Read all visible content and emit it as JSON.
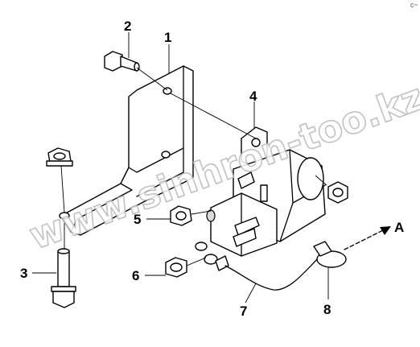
{
  "diagram": {
    "callouts": [
      {
        "id": "1",
        "label": "1"
      },
      {
        "id": "2",
        "label": "2"
      },
      {
        "id": "3",
        "label": "3"
      },
      {
        "id": "4",
        "label": "4"
      },
      {
        "id": "5",
        "label": "5"
      },
      {
        "id": "6",
        "label": "6"
      },
      {
        "id": "7",
        "label": "7"
      },
      {
        "id": "8",
        "label": "8"
      }
    ],
    "arrow_label": "A",
    "watermark": "www.sinhron-too.kz",
    "corner_mark": "c~"
  }
}
